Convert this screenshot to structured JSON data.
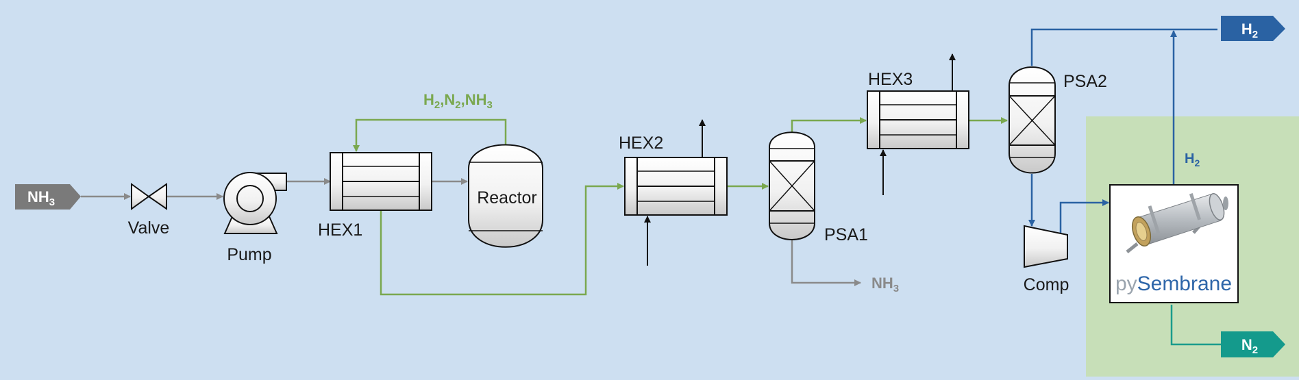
{
  "labels": {
    "valve": "Valve",
    "pump": "Pump",
    "hex1": "HEX1",
    "reactor": "Reactor",
    "hex2": "HEX2",
    "psa1": "PSA1",
    "hex3": "HEX3",
    "psa2": "PSA2",
    "comp": "Comp"
  },
  "streams": {
    "feed_nh3": {
      "main": "NH",
      "sub": "3"
    },
    "recycle": {
      "h": "H",
      "h_sub": "2",
      "n": "N",
      "n_sub": "2",
      "nh": "NH",
      "nh_sub": "3",
      "sep": ","
    },
    "nh3_out": {
      "main": "NH",
      "sub": "3"
    },
    "h2_product": {
      "main": "H",
      "sub": "2"
    },
    "h2_permeate": {
      "main": "H",
      "sub": "2"
    },
    "n2_product": {
      "main": "N",
      "sub": "2"
    }
  },
  "logo": {
    "py": "py",
    "sembrane": "Sembrane"
  },
  "colors": {
    "background": "#cddff1",
    "membrane_zone": "#c7dfb8",
    "green_line": "#7aa84f",
    "blue_line": "#2a62a3",
    "gray_line": "#8a8a8a",
    "teal_line": "#1a9c8c",
    "nh3_tag": "#7a7a7a",
    "h2_tag": "#2a62a3",
    "n2_tag": "#149a8c"
  }
}
